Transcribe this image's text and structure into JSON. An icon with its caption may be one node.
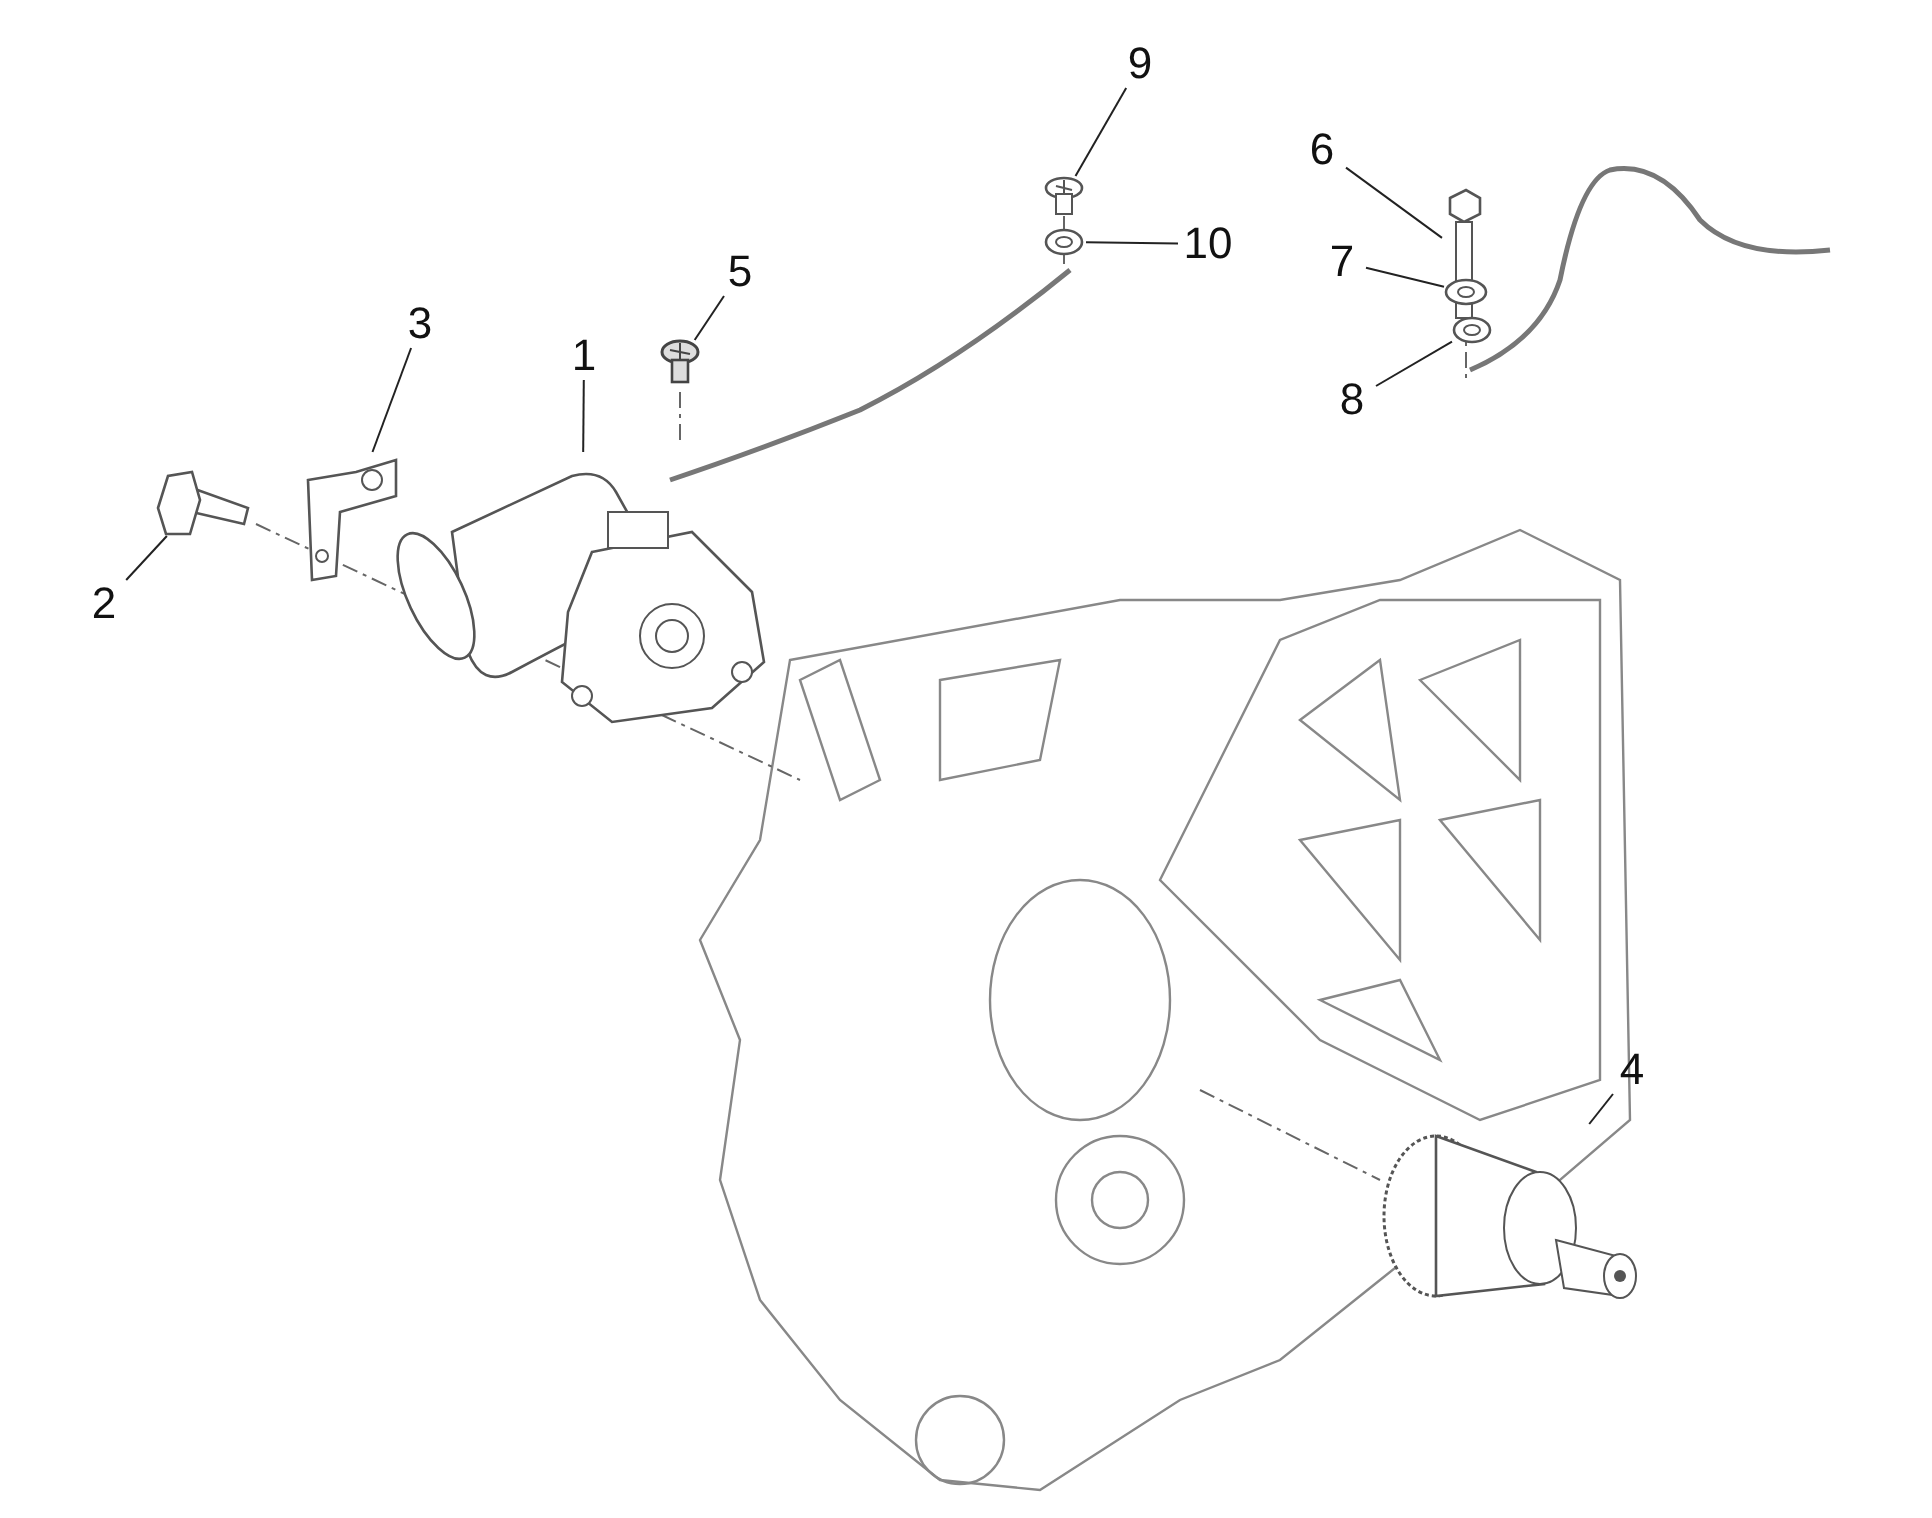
{
  "diagram": {
    "nodes": [
      {
        "text": [
          "1"
        ]
      },
      {
        "text": [
          "2"
        ]
      },
      {
        "text": [
          "3"
        ]
      },
      {
        "text": [
          "4"
        ]
      },
      {
        "text": [
          "5"
        ]
      },
      {
        "text": [
          "6"
        ]
      },
      {
        "text": [
          "7"
        ]
      },
      {
        "text": [
          "8"
        ]
      },
      {
        "text": [
          "9"
        ]
      },
      {
        "text": [
          "10"
        ]
      },
      {
        "text": [],
        "shape": "picture"
      },
      {
        "text": [],
        "shape": "picture"
      },
      {
        "text": [],
        "shape": "picture"
      },
      {
        "text": [],
        "shape": "picture"
      },
      {
        "text": [],
        "shape": "picture"
      },
      {
        "text": [],
        "shape": "picture"
      },
      {
        "text": [],
        "shape": "picture"
      },
      {
        "text": [],
        "shape": "picture"
      },
      {
        "text": [],
        "shape": "picture"
      },
      {
        "text": [],
        "shape": "picture"
      }
    ],
    "edges": [
      {
        "from": 0,
        "to": 10,
        "arrow": "none"
      },
      {
        "from": 1,
        "to": 11,
        "arrow": "none"
      },
      {
        "from": 2,
        "to": 12,
        "arrow": "none"
      },
      {
        "from": 3,
        "to": 13,
        "arrow": "none"
      },
      {
        "from": 4,
        "to": 14,
        "arrow": "none"
      },
      {
        "from": 5,
        "to": 15,
        "arrow": "none"
      },
      {
        "from": 6,
        "to": 16,
        "arrow": "none"
      },
      {
        "from": 7,
        "to": 17,
        "arrow": "none"
      },
      {
        "from": 8,
        "to": 18,
        "arrow": "none"
      },
      {
        "from": 9,
        "to": 19,
        "arrow": "none"
      }
    ]
  }
}
